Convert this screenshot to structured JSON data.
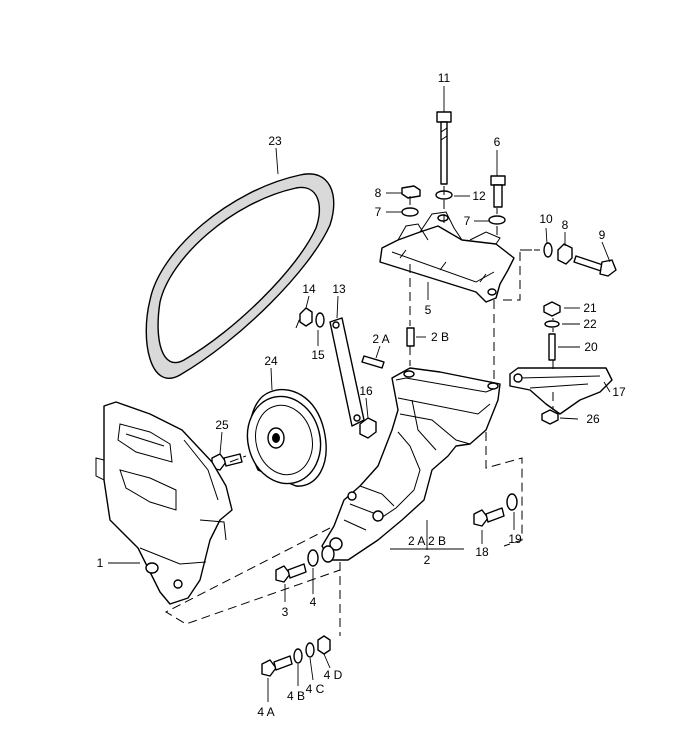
{
  "callouts": [
    {
      "id": "c11",
      "text": "11"
    },
    {
      "id": "c6",
      "text": "6"
    },
    {
      "id": "c8a",
      "text": "8"
    },
    {
      "id": "c12",
      "text": "12"
    },
    {
      "id": "c7a",
      "text": "7"
    },
    {
      "id": "c7b",
      "text": "7"
    },
    {
      "id": "c10",
      "text": "10"
    },
    {
      "id": "c8b",
      "text": "8"
    },
    {
      "id": "c9",
      "text": "9"
    },
    {
      "id": "c23",
      "text": "23"
    },
    {
      "id": "c5",
      "text": "5"
    },
    {
      "id": "c14",
      "text": "14"
    },
    {
      "id": "c13",
      "text": "13"
    },
    {
      "id": "c2A",
      "text": "2 A"
    },
    {
      "id": "c2B",
      "text": "2 B"
    },
    {
      "id": "c15",
      "text": "15"
    },
    {
      "id": "c21",
      "text": "21"
    },
    {
      "id": "c22",
      "text": "22"
    },
    {
      "id": "c20",
      "text": "20"
    },
    {
      "id": "c24",
      "text": "24"
    },
    {
      "id": "c16",
      "text": "16"
    },
    {
      "id": "c17",
      "text": "17"
    },
    {
      "id": "c26",
      "text": "26"
    },
    {
      "id": "c25",
      "text": "25"
    },
    {
      "id": "c1",
      "text": "1"
    },
    {
      "id": "c2AB",
      "text": "2 A   2 B"
    },
    {
      "id": "c2",
      "text": "2"
    },
    {
      "id": "c18",
      "text": "18"
    },
    {
      "id": "c19",
      "text": "19"
    },
    {
      "id": "c3",
      "text": "3"
    },
    {
      "id": "c4",
      "text": "4"
    },
    {
      "id": "c4A",
      "text": "4 A"
    },
    {
      "id": "c4B",
      "text": "4 B"
    },
    {
      "id": "c4C",
      "text": "4 C"
    },
    {
      "id": "c4D",
      "text": "4 D"
    }
  ]
}
